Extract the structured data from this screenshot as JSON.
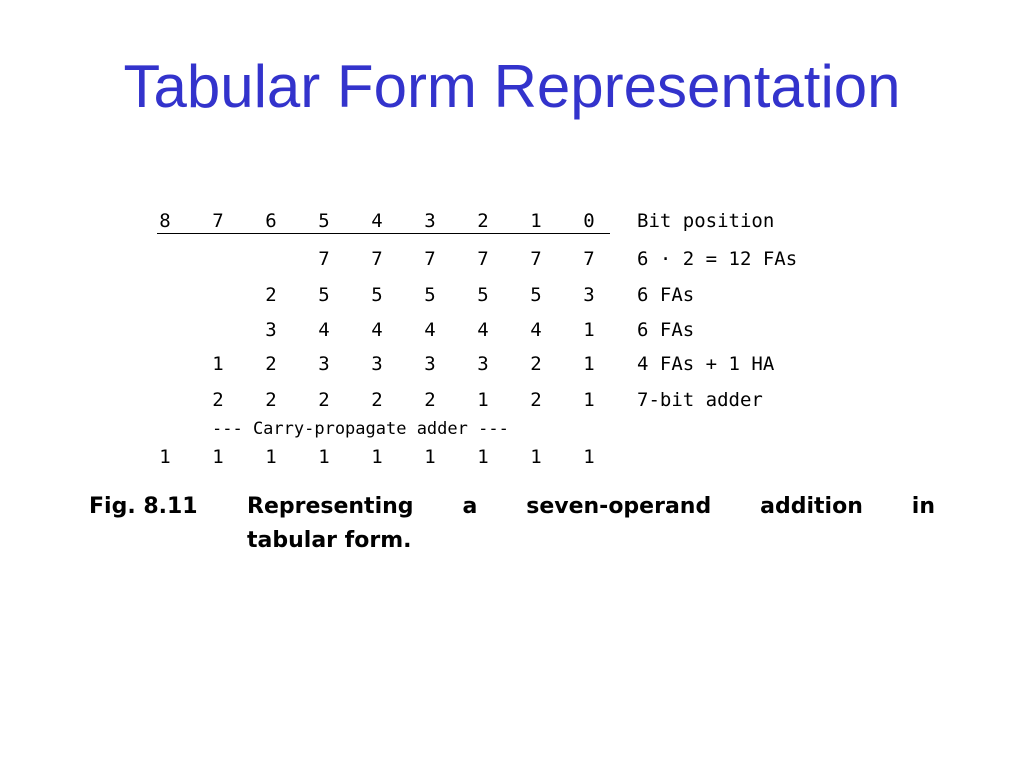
{
  "slide": {
    "title": "Tabular Form Representation"
  },
  "table": {
    "columns": [
      "8",
      "7",
      "6",
      "5",
      "4",
      "3",
      "2",
      "1",
      "0"
    ],
    "header_note": "Bit position",
    "rows": [
      {
        "cells": [
          "",
          "",
          "",
          "7",
          "7",
          "7",
          "7",
          "7",
          "7"
        ],
        "note": "6 · 2 = 12 FAs"
      },
      {
        "cells": [
          "",
          "",
          "2",
          "5",
          "5",
          "5",
          "5",
          "5",
          "3"
        ],
        "note": "6 FAs"
      },
      {
        "cells": [
          "",
          "",
          "3",
          "4",
          "4",
          "4",
          "4",
          "4",
          "1"
        ],
        "note": "6 FAs"
      },
      {
        "cells": [
          "",
          "1",
          "2",
          "3",
          "3",
          "3",
          "3",
          "2",
          "1"
        ],
        "note": "4 FAs + 1 HA"
      },
      {
        "cells": [
          "",
          "2",
          "2",
          "2",
          "2",
          "2",
          "1",
          "2",
          "1"
        ],
        "note": "7-bit adder"
      }
    ],
    "carry_label": "--- Carry-propagate adder ---",
    "result": [
      "1",
      "1",
      "1",
      "1",
      "1",
      "1",
      "1",
      "1",
      "1"
    ]
  },
  "caption": {
    "label": "Fig. 8.11",
    "line1": "Representing a seven-operand addition in",
    "line2": "tabular form."
  }
}
